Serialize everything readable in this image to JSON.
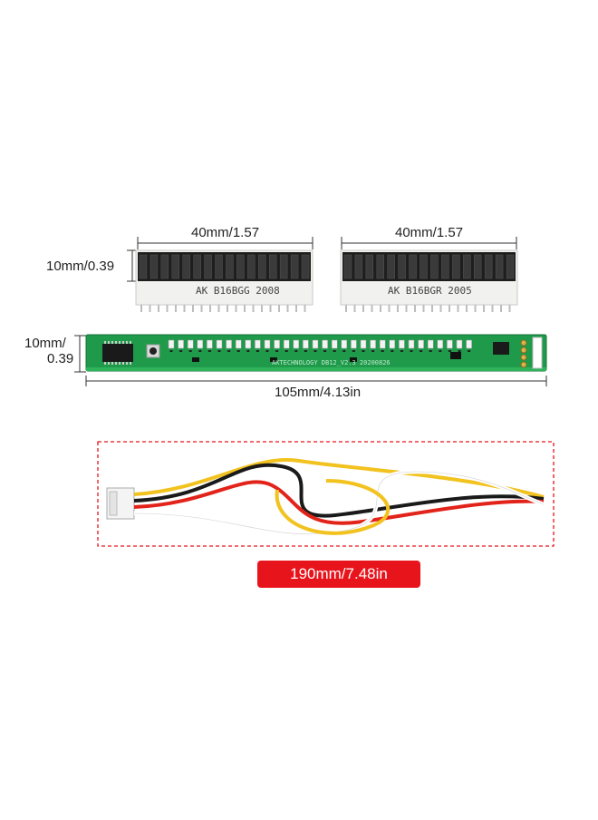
{
  "dimensions": {
    "bar_a_width": "40mm/1.57",
    "bar_b_width": "40mm/1.57",
    "bar_height": "10mm/0.39",
    "pcb_height_line1": "10mm/",
    "pcb_height_line2": "0.39",
    "pcb_length": "105mm/4.13in",
    "cable_length": "190mm/7.48in"
  },
  "led_bars": [
    {
      "model": "AK  B16BGG  2008",
      "segments": 16,
      "color": "#1e1e1e"
    },
    {
      "model": "AK  B16BGR  2005",
      "segments": 16,
      "color": "#1e1e1e"
    }
  ],
  "pcb": {
    "board_color": "#1f9a4a",
    "silk_text": "AKTECHNOLOGY  DB12_V2.3  20200826",
    "led_count": 32
  },
  "cable": {
    "wire_colors": [
      "#f2c21e",
      "#1a1a1a",
      "#e2231a",
      "#ffffff"
    ],
    "frame_color": "#e8141c"
  }
}
